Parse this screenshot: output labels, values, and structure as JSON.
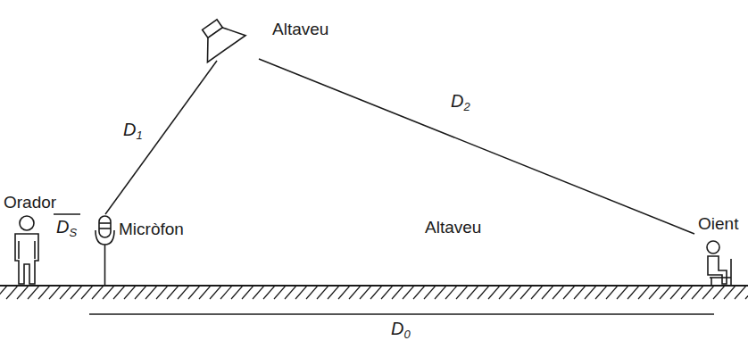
{
  "diagram": {
    "labels": [
      "Altaveu",
      "D1",
      "D2",
      "Orador",
      "DS",
      "Micròfon",
      "Altaveu",
      "Oient",
      "D0"
    ]
  }
}
